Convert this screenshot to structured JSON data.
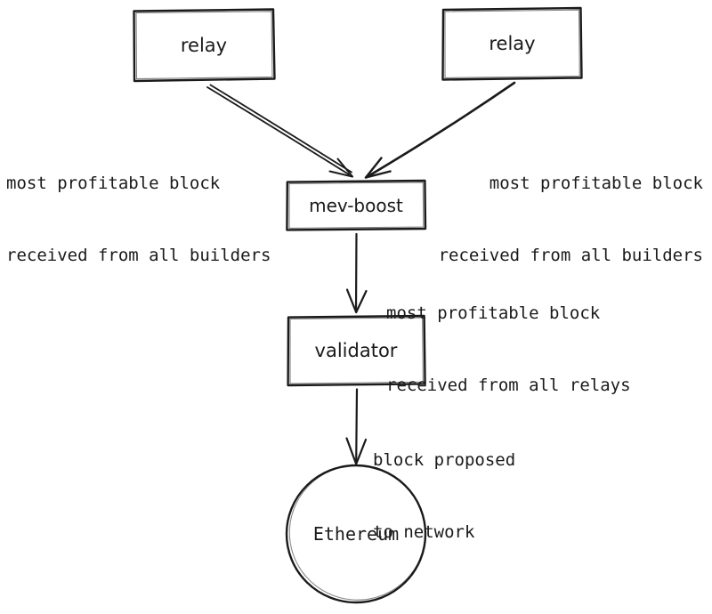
{
  "background": "#ffffff",
  "ink_color": "#1a1a1a",
  "nodes": {
    "relay_left": {
      "label": "relay",
      "shape": "rectangle"
    },
    "relay_right": {
      "label": "relay",
      "shape": "rectangle"
    },
    "mev_boost": {
      "label": "mev-boost",
      "shape": "rectangle"
    },
    "validator": {
      "label": "validator",
      "shape": "rectangle"
    },
    "ethereum": {
      "label": "Ethereum",
      "shape": "circle"
    }
  },
  "edges": [
    {
      "from": "relay_left",
      "to": "mev_boost",
      "style": "double-stroke-arrow",
      "label_line1": "most profitable block",
      "label_line2": "received from all builders"
    },
    {
      "from": "relay_right",
      "to": "mev_boost",
      "style": "single-stroke-arrow",
      "label_line1": "most profitable block",
      "label_line2": "received from all builders"
    },
    {
      "from": "mev_boost",
      "to": "validator",
      "style": "single-stroke-arrow",
      "label_line1": "most profitable block",
      "label_line2": "received from all relays"
    },
    {
      "from": "validator",
      "to": "ethereum",
      "style": "single-stroke-arrow",
      "label_line1": "block proposed",
      "label_line2": "to network"
    }
  ]
}
